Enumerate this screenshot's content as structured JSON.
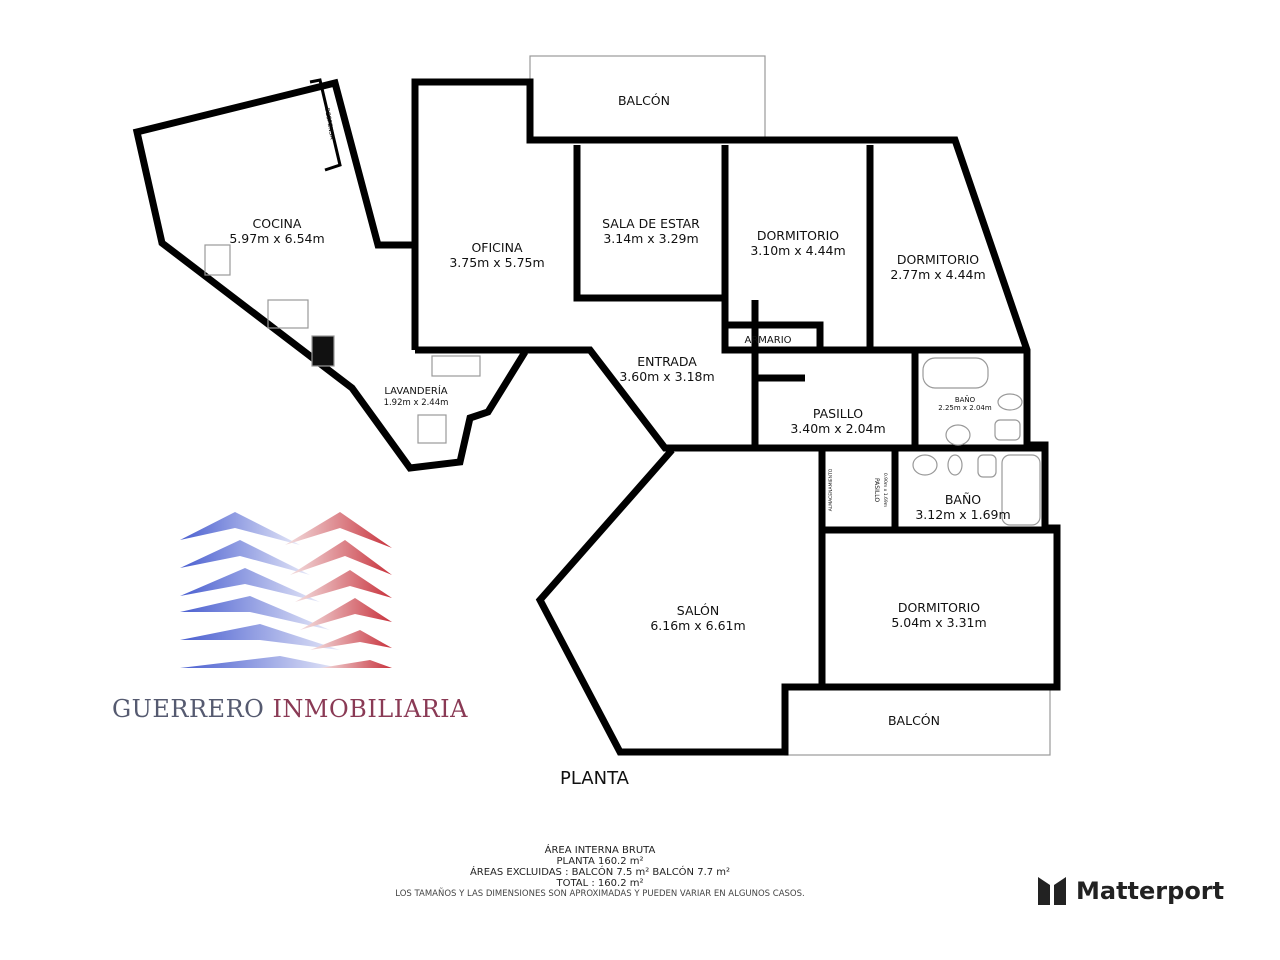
{
  "plan": {
    "title": "PLANTA",
    "rooms": [
      {
        "name": "COCINA",
        "dims": "5.97m x 6.54m"
      },
      {
        "name": "OFICINA",
        "dims": "3.75m x 5.75m"
      },
      {
        "name": "BALCÓN"
      },
      {
        "name": "SALA DE ESTAR",
        "dims": "3.14m x 3.29m"
      },
      {
        "name": "DORMITORIO",
        "dims": "3.10m x 4.44m"
      },
      {
        "name": "DORMITORIO",
        "dims": "2.77m x 4.44m"
      },
      {
        "name": "ENTRADA",
        "dims": "3.60m x 3.18m"
      },
      {
        "name": "PASILLO",
        "dims": "3.40m x 2.04m"
      },
      {
        "name": "BAÑO",
        "dims": "2.25m x 2.04m"
      },
      {
        "name": "BAÑO",
        "dims": "3.12m x 1.69m"
      },
      {
        "name": "LAVANDERÍA",
        "dims": "1.92m x 2.44m"
      },
      {
        "name": "SALÓN",
        "dims": "6.16m x 6.61m"
      },
      {
        "name": "DORMITORIO",
        "dims": "5.04m x 3.31m"
      },
      {
        "name": "BALCÓN"
      },
      {
        "name": "ARMARIO"
      },
      {
        "name": "DESPENSA"
      },
      {
        "name": "ALMACENAMIENTO"
      },
      {
        "name": "PASILLO",
        "dims": "0.90m x 1.69m"
      }
    ]
  },
  "notes": {
    "l1": "ÁREA INTERNA BRUTA",
    "l2": "PLANTA 160.2 m²",
    "l3": "ÁREAS EXCLUIDAS :  BALCÓN 7.5 m²   BALCÓN 7.7 m²",
    "l4": "TOTAL :  160.2 m²",
    "disclaimer": "LOS TAMAÑOS Y LAS DIMENSIONES SON APROXIMADAS Y PUEDEN VARIAR EN ALGUNOS CASOS."
  },
  "brand": {
    "part1": "GUERRERO ",
    "part2": "INMOBILIARIA",
    "blue": "#4a5fd0",
    "red": "#c8323c"
  },
  "matterport": {
    "label": "Matterport"
  }
}
